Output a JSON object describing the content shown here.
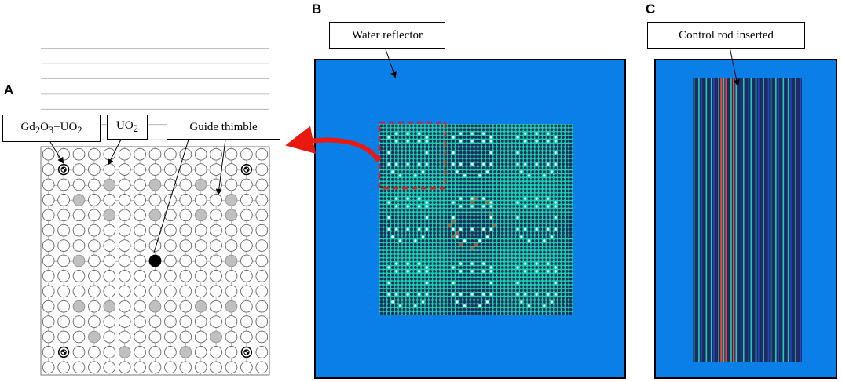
{
  "panels": {
    "a": {
      "letter": "A"
    },
    "b": {
      "letter": "B"
    },
    "c": {
      "letter": "C"
    }
  },
  "labels": {
    "gd_fuel": {
      "part1": "Gd",
      "sub1": "2",
      "part2": "O",
      "sub2": "3",
      "part3": "+UO",
      "sub3": "2"
    },
    "uo2": {
      "part1": "UO",
      "sub1": "2"
    },
    "guide_thimble": "Guide thimble",
    "water_reflector": "Water reflector",
    "control_rod": "Control rod inserted"
  },
  "lattice": {
    "size": 15,
    "guide_thimbles": [
      [
        2,
        4
      ],
      [
        2,
        7
      ],
      [
        2,
        10
      ],
      [
        3,
        2
      ],
      [
        3,
        12
      ],
      [
        4,
        4
      ],
      [
        4,
        7
      ],
      [
        4,
        10
      ],
      [
        4,
        12
      ],
      [
        7,
        2
      ],
      [
        7,
        12
      ],
      [
        10,
        2
      ],
      [
        10,
        4
      ],
      [
        10,
        7
      ],
      [
        10,
        10
      ],
      [
        10,
        12
      ],
      [
        12,
        3
      ],
      [
        12,
        11
      ],
      [
        13,
        5
      ],
      [
        13,
        9
      ]
    ],
    "gd_rods": [
      [
        1,
        1
      ],
      [
        1,
        13
      ],
      [
        13,
        1
      ],
      [
        13,
        13
      ]
    ],
    "instrument_tube": [
      7,
      7
    ]
  },
  "colors": {
    "reflector": "#0a7fe8",
    "core_bg": "#17d1b2",
    "fuel_pin": "#1d2f5a",
    "guide_pin": "#e8eef5",
    "control_rod_red": "#e8423a",
    "rod_navy": "#1e2a60",
    "rod_teal": "#17d1b2",
    "rod_blue": "#2346c8",
    "arrow_red": "#e81a10"
  }
}
